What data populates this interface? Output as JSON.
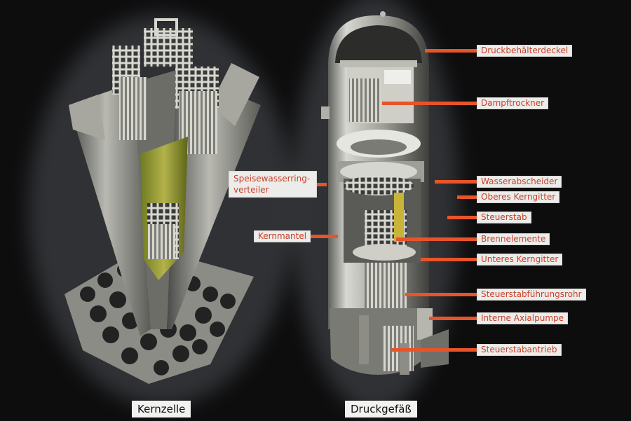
{
  "labels": {
    "druckbehaelterdeckel": "Druckbehälterdeckel",
    "dampftrockner": "Dampftrockner",
    "speisewasserringverteiler_line1": "Speisewasserring-",
    "speisewasserringverteiler_line2": "verteiler",
    "wasserabscheider": "Wasserabscheider",
    "oberes_kerngitter": "Oberes Kerngitter",
    "steuerstab": "Steuerstab",
    "kernmantel": "Kernmantel",
    "brennelemente": "Brennelemente",
    "unteres_kerngitter": "Unteres Kerngitter",
    "steuerstabfuehrungsrohr": "Steuerstabführungsrohr",
    "interne_axialpumpe": "Interne Axialpumpe",
    "steuerstabantrieb": "Steuerstabantrieb"
  },
  "captions": {
    "kernzelle": "Kernzelle",
    "druckgefaess": "Druckgefäß"
  },
  "colors": {
    "background": "#0d0d0e",
    "leader_line": "#e8542a",
    "label_text": "#c8402a",
    "label_bg": "#ececea"
  }
}
